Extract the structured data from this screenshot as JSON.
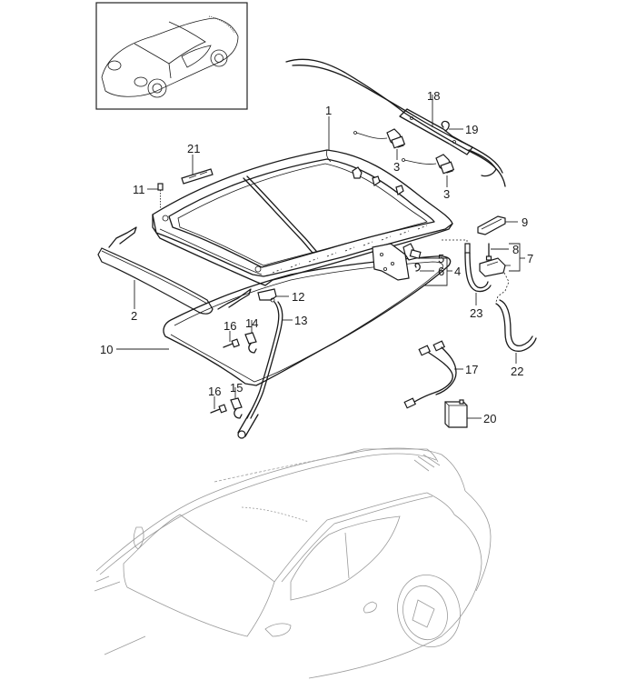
{
  "diagram": {
    "type": "exploded-parts-diagram",
    "subject": "Sliding roof / sunroof assembly",
    "thumbnail": "vehicle-overview-sketch",
    "callouts": [
      {
        "id": "c1",
        "label": "1",
        "part": "sunroof-frame"
      },
      {
        "id": "c2",
        "label": "2",
        "part": "wind-deflector"
      },
      {
        "id": "c3a",
        "label": "3",
        "part": "drive-motor-left"
      },
      {
        "id": "c3b",
        "label": "3",
        "part": "drive-motor-right"
      },
      {
        "id": "c4",
        "label": "4",
        "part": "mechanism-bracket-kit"
      },
      {
        "id": "c5",
        "label": "5",
        "part": "motor-unit"
      },
      {
        "id": "c6",
        "label": "6",
        "part": "clip"
      },
      {
        "id": "c7",
        "label": "7",
        "part": "guide-kit"
      },
      {
        "id": "c8",
        "label": "8",
        "part": "screw"
      },
      {
        "id": "c9",
        "label": "9",
        "part": "guide-block"
      },
      {
        "id": "c10",
        "label": "10",
        "part": "seal"
      },
      {
        "id": "c11",
        "label": "11",
        "part": "bolt"
      },
      {
        "id": "c12",
        "label": "12",
        "part": "drain-connector"
      },
      {
        "id": "c13",
        "label": "13",
        "part": "drain-hose-front"
      },
      {
        "id": "c14",
        "label": "14",
        "part": "hose-clamp-upper"
      },
      {
        "id": "c15",
        "label": "15",
        "part": "hose-clamp-lower"
      },
      {
        "id": "c16a",
        "label": "16",
        "part": "screw-upper"
      },
      {
        "id": "c16b",
        "label": "16",
        "part": "screw-lower"
      },
      {
        "id": "c17",
        "label": "17",
        "part": "wiring-harness"
      },
      {
        "id": "c18",
        "label": "18",
        "part": "drive-cable"
      },
      {
        "id": "c19",
        "label": "19",
        "part": "retaining-clip"
      },
      {
        "id": "c20",
        "label": "20",
        "part": "control-unit"
      },
      {
        "id": "c21",
        "label": "21",
        "part": "cover-trim"
      },
      {
        "id": "c22",
        "label": "22",
        "part": "drain-hose-rear-long"
      },
      {
        "id": "c23",
        "label": "23",
        "part": "drain-hose-rear-short"
      }
    ]
  }
}
